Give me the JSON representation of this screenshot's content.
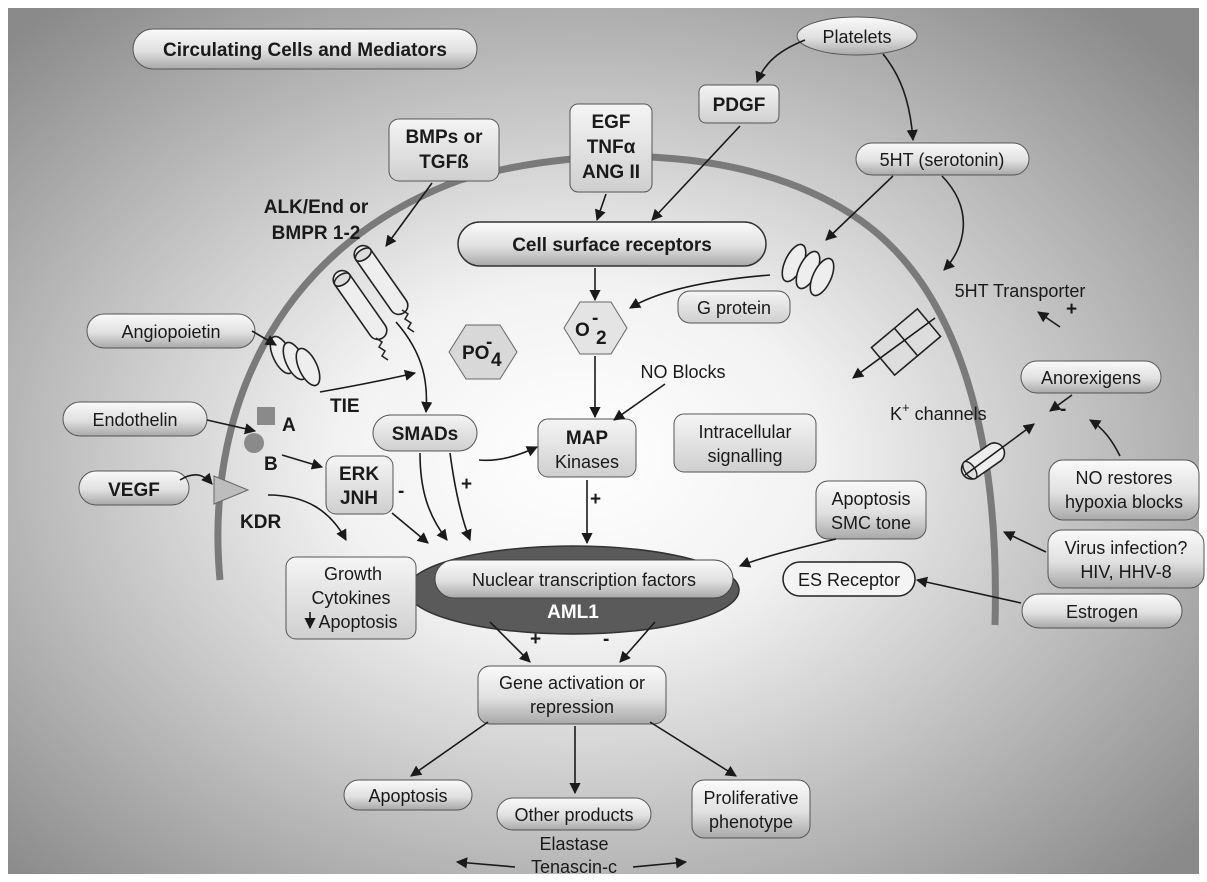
{
  "title": "Circulating Cells and Mediators",
  "colors": {
    "background_center": "#ffffff",
    "background_edge": "#8a8a8a",
    "membrane": "#7a7a7a",
    "box_fill": "#e6e6e6",
    "nucleus": "#5a5a5a",
    "arrow": "#1a1a1a"
  },
  "mediators": {
    "platelets": "Platelets",
    "pdgf": "PDGF",
    "egf": "EGF",
    "tnf": "TNFα",
    "ang": "ANG II",
    "bmps": "BMPs or",
    "tgf": "TGFß",
    "serotonin": "5HT (serotonin)",
    "angiopoietin": "Angiopoietin",
    "endothelin": "Endothelin",
    "vegf": "VEGF",
    "estrogen": "Estrogen",
    "virus_line1": "Virus infection?",
    "virus_line2": "HIV, HHV-8",
    "no_restores_line1": "NO restores",
    "no_restores_line2": "hypoxia blocks",
    "anorexigens": "Anorexigens"
  },
  "receptors": {
    "cell_surface": "Cell surface receptors",
    "alk_line1": "ALK/End or",
    "alk_line2": "BMPR 1-2",
    "tie": "TIE",
    "kdr": "KDR",
    "a": "A",
    "b": "B",
    "g_protein": "G protein",
    "transporter": "5HT Transporter",
    "k_channels": "K",
    "k_sup": "+",
    "k_rest": " channels",
    "es_receptor": "ES Receptor"
  },
  "signalling": {
    "po4": "PO",
    "po4_sup": "-",
    "po4_sub": "4",
    "o2": "O",
    "o2_sup": "-",
    "o2_sub": "2",
    "smads": "SMADs",
    "map_line1": "MAP",
    "map_line2": "Kinases",
    "no_blocks": "NO Blocks",
    "intracellular_line1": "Intracellular",
    "intracellular_line2": "signalling",
    "erk": "ERK",
    "jnh": "JNH",
    "apoptosis_smc_line1": "Apoptosis",
    "apoptosis_smc_line2": "SMC tone",
    "growth_line1": "Growth",
    "growth_line2": "Cytokines",
    "growth_line3": "Apoptosis"
  },
  "nucleus": {
    "transcription": "Nuclear transcription factors",
    "aml1": "AML1"
  },
  "outcomes": {
    "gene_line1": "Gene activation or",
    "gene_line2": "repression",
    "apoptosis": "Apoptosis",
    "other_products": "Other products",
    "elastase": "Elastase",
    "tenascin": "Tenascin-c",
    "prolif_line1": "Proliferative",
    "prolif_line2": "phenotype"
  },
  "signs": {
    "plus": "+",
    "minus": "-"
  }
}
